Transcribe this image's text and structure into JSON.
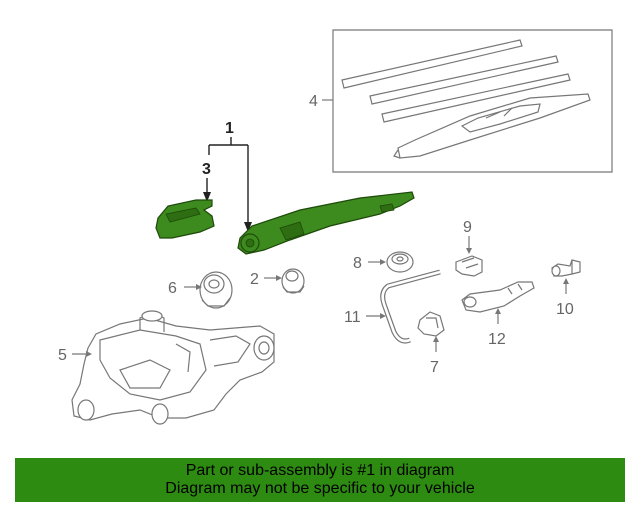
{
  "callouts": {
    "c1": "1",
    "c2": "2",
    "c3": "3",
    "c4": "4",
    "c5": "5",
    "c6": "6",
    "c7": "7",
    "c8": "8",
    "c9": "9",
    "c10": "10",
    "c11": "11",
    "c12": "12"
  },
  "highlight_color": "#3d8a1e",
  "banner": {
    "color": "#2e8b12",
    "line1": "Part or sub-assembly is #1 in diagram",
    "line2": "Diagram may not be specific to your vehicle"
  }
}
